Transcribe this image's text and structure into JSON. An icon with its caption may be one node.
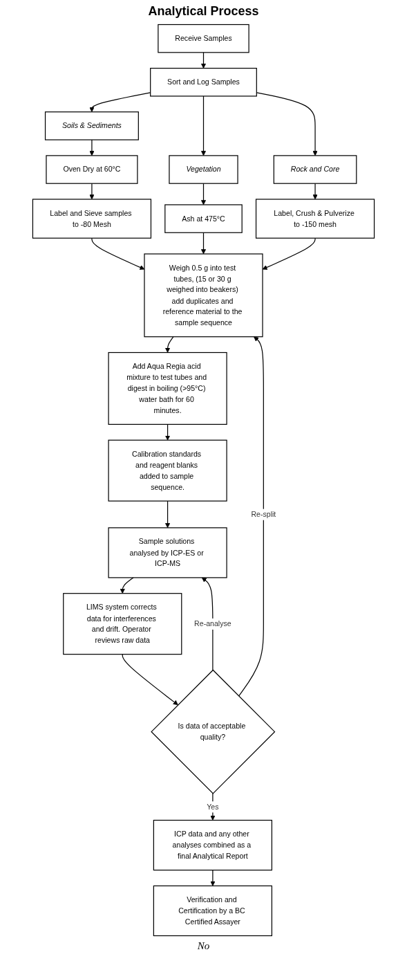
{
  "diagram": {
    "title": "Analytical Process",
    "nodes": [
      {
        "text": [
          "Receive Samples"
        ]
      },
      {
        "text": [
          "Sort and Log Samples"
        ]
      },
      {
        "text": [
          "Soils & Sediments"
        ]
      },
      {
        "text": [
          "Vegetation"
        ]
      },
      {
        "text": [
          "Rock and Core"
        ]
      },
      {
        "text": [
          "Oven Dry at 60°C"
        ]
      },
      {
        "text": [
          "Ash at 475°C"
        ]
      },
      {
        "text": [
          "Label, Crush & Pulverize to -150 mesh"
        ]
      },
      {
        "text": [
          "Label and Sieve samples to -80 Mesh"
        ]
      },
      {
        "text": [
          "Weigh 0.5 g into test tubes, (15 or 30 g weighed into beakers) add duplicates and reference material to the sample sequence"
        ]
      },
      {
        "text": [
          "Add Aqua Regia acid mixture to test tubes and digest in boiling (>95°C) water bath for 60 minutes."
        ]
      },
      {
        "text": [
          "Calibration standards and reagent blanks added to sample sequence."
        ]
      },
      {
        "text": [
          "Sample solutions analysed by ICP-ES or ICP-MS"
        ]
      },
      {
        "text": [
          "LIMS system corrects data for interferences and drift. Operator reviews raw data"
        ]
      },
      {
        "text": [
          "Is data of acceptable quality?"
        ]
      },
      {
        "text": [
          "ICP data and any other analyses combined as a final Analytical Report"
        ]
      },
      {
        "text": [
          "Verification and Certification by a BC Certified Assayer"
        ]
      }
    ],
    "edges": [
      {
        "from": 0,
        "to": 1,
        "arrow": "to"
      },
      {
        "from": 1,
        "to": 2,
        "arrow": "to"
      },
      {
        "from": 1,
        "to": 3,
        "arrow": "to"
      },
      {
        "from": 1,
        "to": 4,
        "arrow": "to"
      },
      {
        "from": 2,
        "to": 5,
        "arrow": "to"
      },
      {
        "from": 3,
        "to": 6,
        "arrow": "to"
      },
      {
        "from": 4,
        "to": 7,
        "arrow": "to"
      },
      {
        "from": 5,
        "to": 8,
        "arrow": "to"
      },
      {
        "from": 8,
        "to": 9,
        "arrow": "to"
      },
      {
        "from": 6,
        "to": 9,
        "arrow": "to"
      },
      {
        "from": 7,
        "to": 9,
        "arrow": "to"
      },
      {
        "from": 9,
        "to": 10,
        "arrow": "to"
      },
      {
        "from": 10,
        "to": 11,
        "arrow": "to"
      },
      {
        "from": 11,
        "to": 12,
        "arrow": "to"
      },
      {
        "from": 12,
        "to": 13,
        "arrow": "to"
      },
      {
        "from": 13,
        "to": 14,
        "arrow": "to"
      },
      {
        "from": 14,
        "to": 9,
        "arrow": "to",
        "label": "Re-split"
      },
      {
        "from": 14,
        "to": 12,
        "arrow": "to",
        "label": "Re-analyse"
      },
      {
        "from": 14,
        "to": 15,
        "arrow": "to",
        "label": "Yes"
      },
      {
        "from": 15,
        "to": 16,
        "arrow": "to"
      }
    ],
    "labels": [
      "No"
    ]
  }
}
